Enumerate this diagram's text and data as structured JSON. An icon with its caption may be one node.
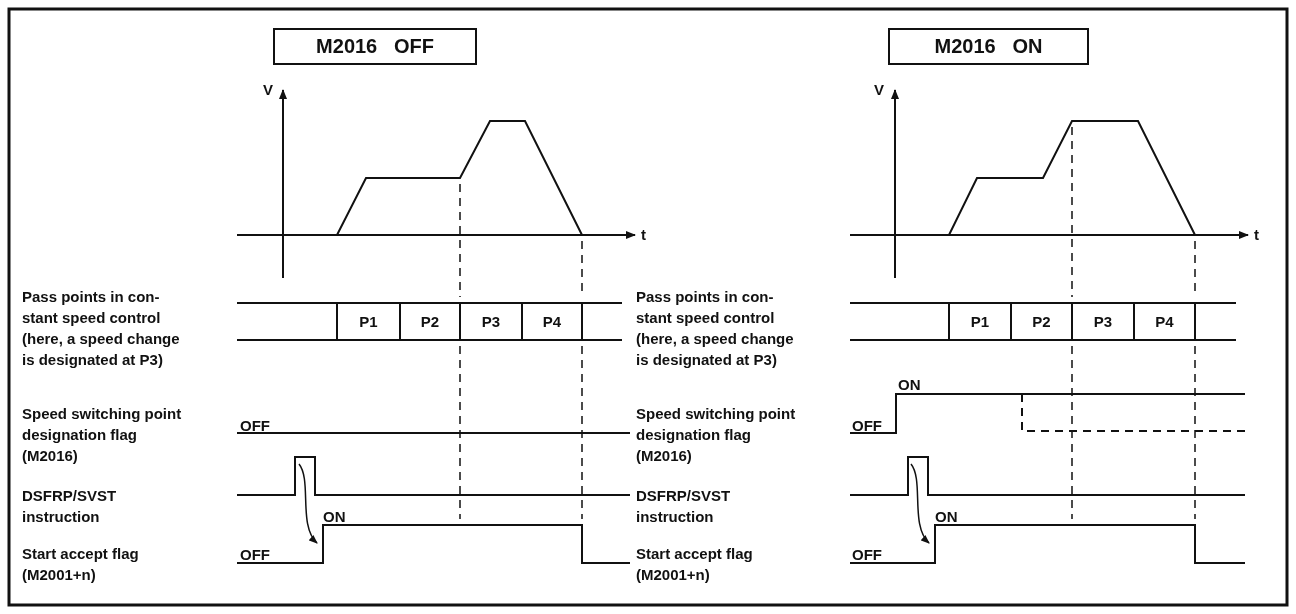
{
  "diagram": {
    "nodes": [
      {
        "text": [
          "M2016   OFF"
        ]
      },
      {
        "text": [
          "M2016   ON"
        ]
      }
    ],
    "labels": [
      "V",
      "t",
      "Pass points in con- stant speed control (here, a speed change is designated at P3)",
      "P1",
      "P2",
      "P3",
      "P4",
      "Speed switching point designation flag (M2016)",
      "OFF",
      "DSFRP/SVST instruction",
      "ON",
      "Start accept flag (M2001+n)",
      "OFF",
      "V",
      "t",
      "Pass points in con- stant speed control (here, a speed change is designated at P3)",
      "P1",
      "P2",
      "P3",
      "P4",
      "ON",
      "Speed switching point designation flag (M2016)",
      "OFF",
      "DSFRP/SVST instruction",
      "ON",
      "Start accept flag (M2001+n)",
      "OFF"
    ]
  }
}
